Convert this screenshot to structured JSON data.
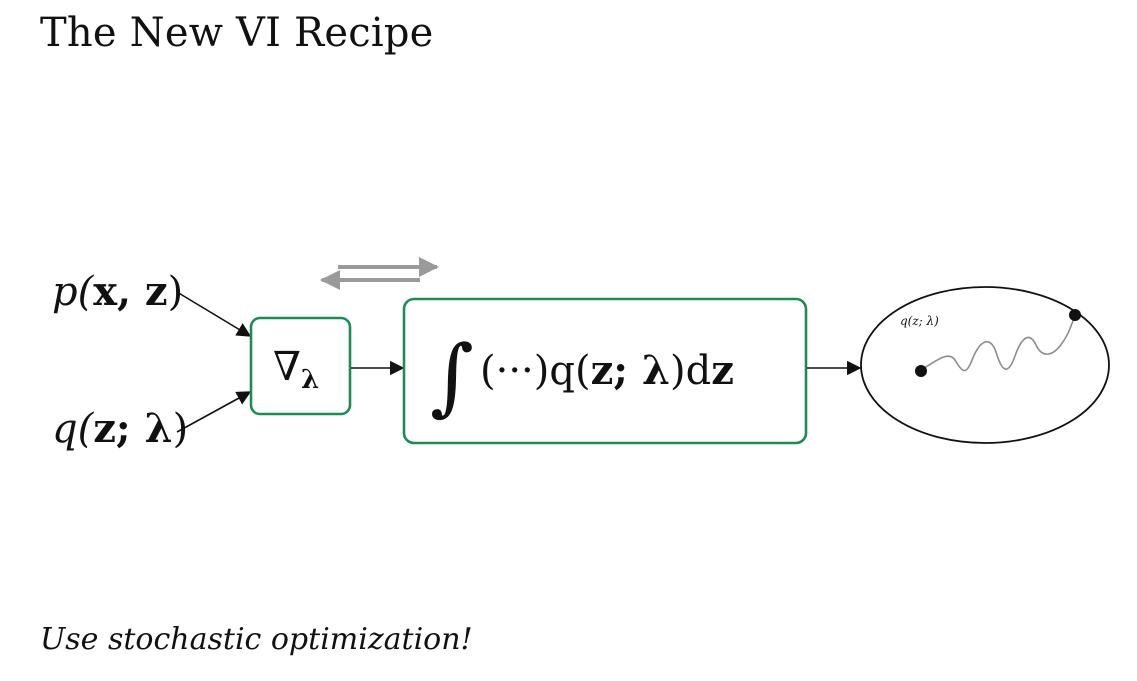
{
  "slide": {
    "title": "The New VI Recipe",
    "caption": "Use stochastic optimization!"
  },
  "diagram": {
    "colors": {
      "box_border": "#1e8a5a",
      "reverse_arrows": "#9a9a9a",
      "ink": "#111111"
    },
    "inputs": {
      "model": {
        "pre": "p(",
        "bold": "x, z",
        "post": ")"
      },
      "family": {
        "pre": "q(",
        "bold": "z; λ",
        "post": ")"
      }
    },
    "gradient_box": {
      "symbol": "∇",
      "subscript": "λ"
    },
    "integral_box": {
      "integral": "∫",
      "pre": "(···)q(",
      "bold1": "z; λ",
      "mid": ")d",
      "bold2": "z"
    },
    "output_ellipse": {
      "label": "q(z; λ)"
    },
    "reverse_arrows_icon": "double-arrow-icon"
  }
}
